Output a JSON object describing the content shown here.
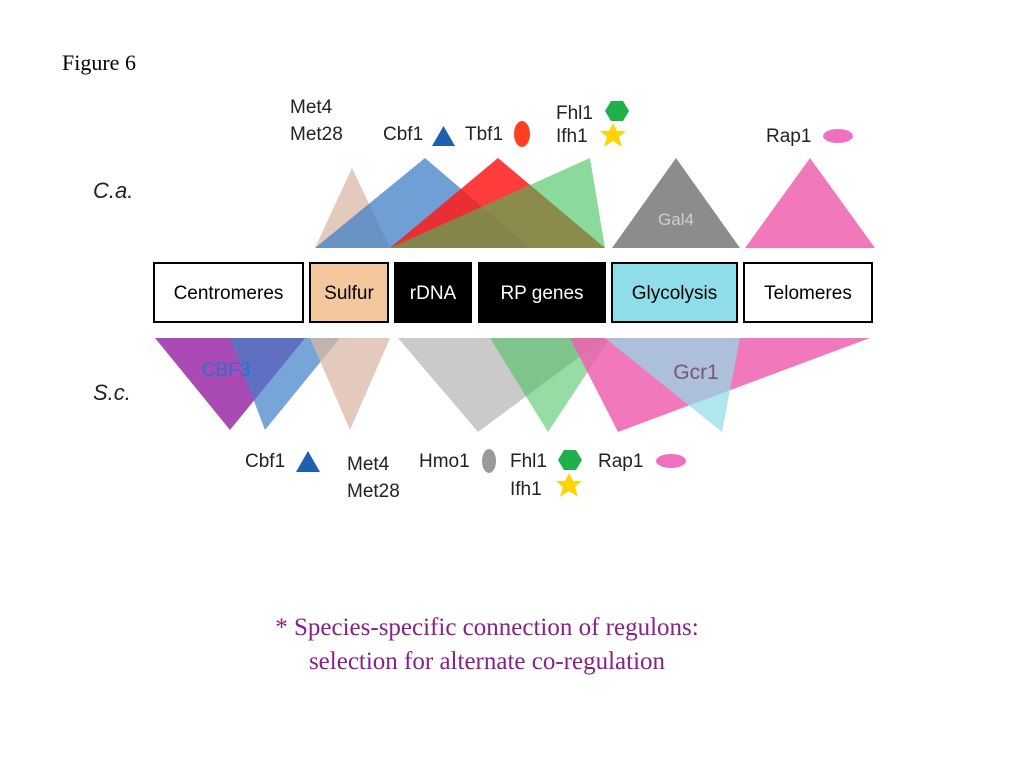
{
  "figure_label": "Figure 6",
  "species": {
    "top": "C.a.",
    "bottom": "S.c."
  },
  "segments": [
    {
      "label": "Centromeres",
      "fill": "#ffffff",
      "text_color": "#000000"
    },
    {
      "label": "Sulfur",
      "fill": "#f4c79e",
      "text_color": "#000000"
    },
    {
      "label": "rDNA",
      "fill": "#000000",
      "text_color": "#ffffff"
    },
    {
      "label": "RP genes",
      "fill": "#000000",
      "text_color": "#ffffff"
    },
    {
      "label": "Glycolysis",
      "fill": "#8fdde8",
      "text_color": "#000000"
    },
    {
      "label": "Telomeres",
      "fill": "#ffffff",
      "text_color": "#000000"
    }
  ],
  "top_regulators": {
    "met4": "Met4",
    "met28": "Met28",
    "cbf1": "Cbf1",
    "tbf1": "Tbf1",
    "fhl1": "Fhl1",
    "ifh1": "Ifh1",
    "gal4": "Gal4",
    "rap1": "Rap1"
  },
  "bottom_regulators": {
    "cbf3": "CBF3",
    "gcr1": "Gcr1",
    "cbf1": "Cbf1",
    "met4": "Met4",
    "met28": "Met28",
    "hmo1": "Hmo1",
    "fhl1": "Fhl1",
    "ifh1": "Ifh1",
    "rap1": "Rap1"
  },
  "colors": {
    "met4_met28": "#d9b8a6",
    "cbf1": "#3f7fc6",
    "tbf1": "#ff1a1a",
    "fhl1_ifh1": "#3fbf5a",
    "gal4": "#8c8c8c",
    "rap1": "#f060b0",
    "cbf3": "#9b2aa8",
    "hmo1": "#b8b8b8",
    "gcr1": "#8fdde8",
    "symbol_triangle": "#1f5fb0",
    "symbol_hexagon": "#1fb04a",
    "symbol_star": "#ffd400",
    "symbol_tbf1_oval": "#ff4020",
    "symbol_hmo1_oval": "#9a9a9a",
    "symbol_rap1_oval": "#f070c0",
    "caption": "#8a1e8a"
  },
  "caption": {
    "line1": "* Species-specific connection of regulons:",
    "line2": "selection for alternate co-regulation"
  }
}
